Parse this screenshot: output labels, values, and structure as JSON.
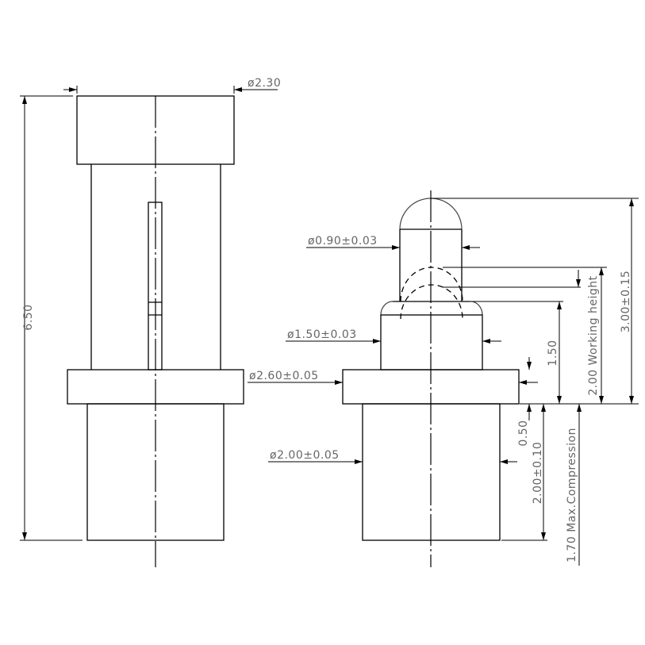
{
  "drawing": {
    "title": "Pogo pin dimension drawing",
    "units": "mm",
    "line_color": "#000000",
    "text_color": "#666666",
    "left_view": {
      "dimensions": {
        "overall_length": "6.50",
        "head_diameter": "ø2.30"
      }
    },
    "right_view": {
      "dimensions": {
        "plunger_diameter": "ø0.90±0.03",
        "barrel_diameter": "ø1.50±0.03",
        "flange_diameter": "ø2.60±0.05",
        "tail_diameter": "ø2.00±0.05",
        "free_height": "3.00±0.15",
        "working_height": "2.00  Working  height",
        "barrel_height": "1.50",
        "flange_thickness": "0.50",
        "tail_length": "2.00±0.10",
        "max_compression": "1.70  Max.Compression"
      }
    }
  }
}
